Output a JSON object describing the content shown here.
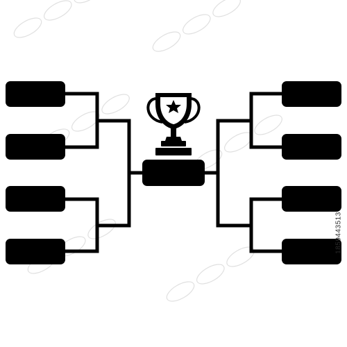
{
  "image": {
    "stock_id": "1859443513",
    "colors": {
      "ink": "#000000",
      "background": "#ffffff",
      "watermark": "#dddddd"
    }
  },
  "bracket": {
    "left_entries": 4,
    "right_entries": 4,
    "winner_slot": 1,
    "trophy_icon": "trophy-icon"
  }
}
